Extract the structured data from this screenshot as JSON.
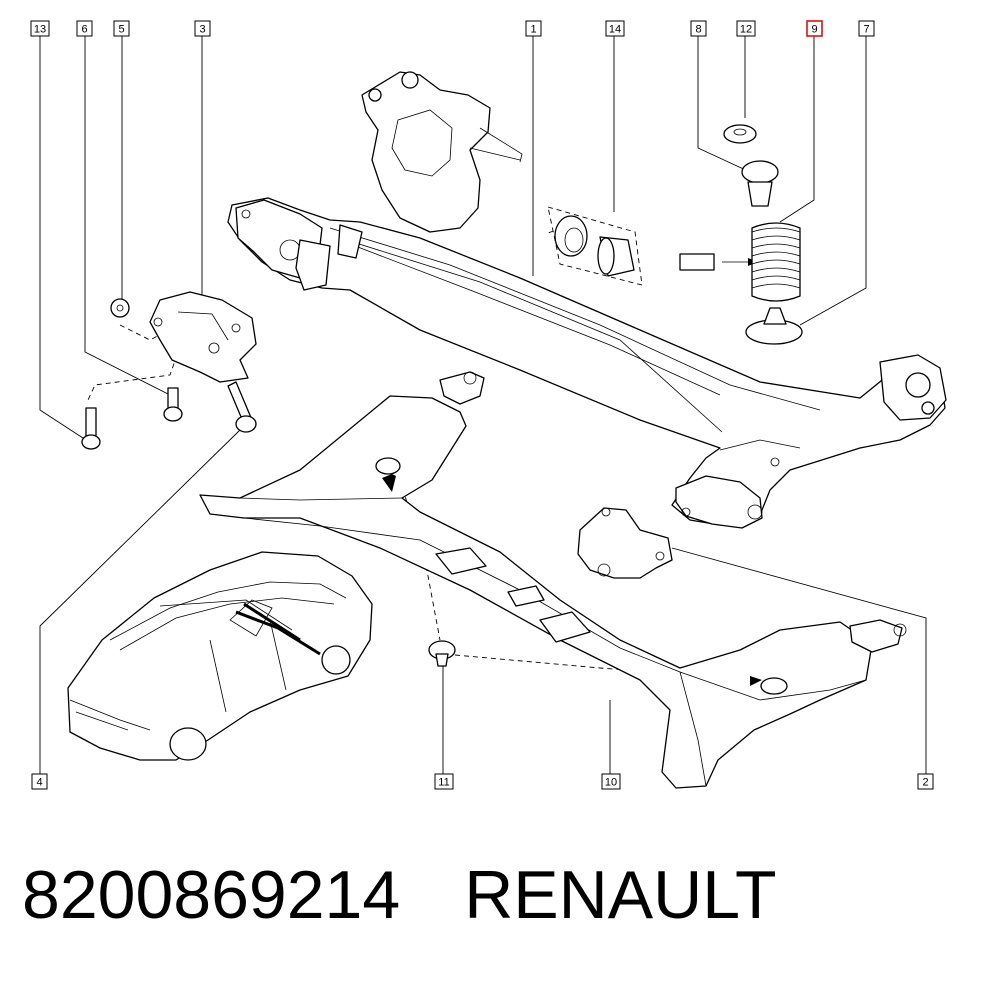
{
  "callouts": [
    {
      "id": "13",
      "label": "13",
      "highlighted": false
    },
    {
      "id": "6",
      "label": "6",
      "highlighted": false
    },
    {
      "id": "5",
      "label": "5",
      "highlighted": false
    },
    {
      "id": "3",
      "label": "3",
      "highlighted": false
    },
    {
      "id": "1",
      "label": "1",
      "highlighted": false
    },
    {
      "id": "14",
      "label": "14",
      "highlighted": false
    },
    {
      "id": "8",
      "label": "8",
      "highlighted": false
    },
    {
      "id": "12",
      "label": "12",
      "highlighted": false
    },
    {
      "id": "9",
      "label": "9",
      "highlighted": true
    },
    {
      "id": "7",
      "label": "7",
      "highlighted": false
    },
    {
      "id": "4",
      "label": "4",
      "highlighted": false
    },
    {
      "id": "11",
      "label": "11",
      "highlighted": false
    },
    {
      "id": "10",
      "label": "10",
      "highlighted": false
    },
    {
      "id": "2",
      "label": "2",
      "highlighted": false
    }
  ],
  "caption": {
    "part_number": "8200869214",
    "brand": "RENAULT"
  },
  "colors": {
    "line": "#000000",
    "highlight": "#dd1111",
    "background": "#ffffff"
  }
}
